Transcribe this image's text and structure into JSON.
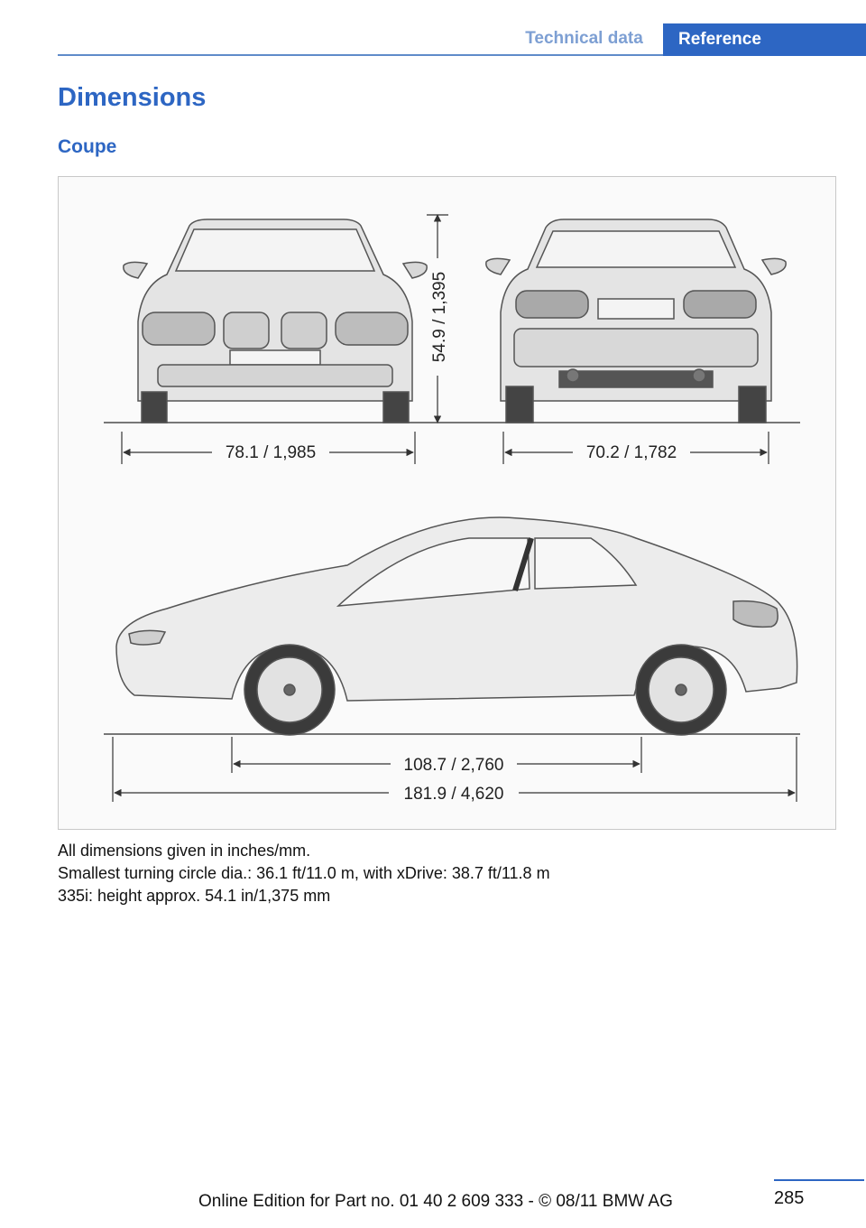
{
  "header": {
    "section": "Technical data",
    "chapter": "Reference"
  },
  "page": {
    "title": "Dimensions",
    "subtitle": "Coupe"
  },
  "figure": {
    "height_label": "54.9 / 1,395",
    "front_width_label": "78.1 / 1,985",
    "rear_width_label": "70.2 / 1,782",
    "wheelbase_label": "108.7 / 2,760",
    "length_label": "181.9 / 4,620"
  },
  "caption": {
    "line1": "All dimensions given in inches/mm.",
    "line2": "Smallest turning circle dia.: 36.1 ft/11.0 m, with xDrive: 38.7 ft/11.8 m",
    "line3": "335i: height approx. 54.1 in/1,375 mm"
  },
  "footer": {
    "page_number": "285",
    "edition": "Online Edition for Part no. 01 40 2 609 333 - © 08/11 BMW AG"
  },
  "colors": {
    "accent": "#2d66c3",
    "accent_light": "#7d9fd3"
  }
}
